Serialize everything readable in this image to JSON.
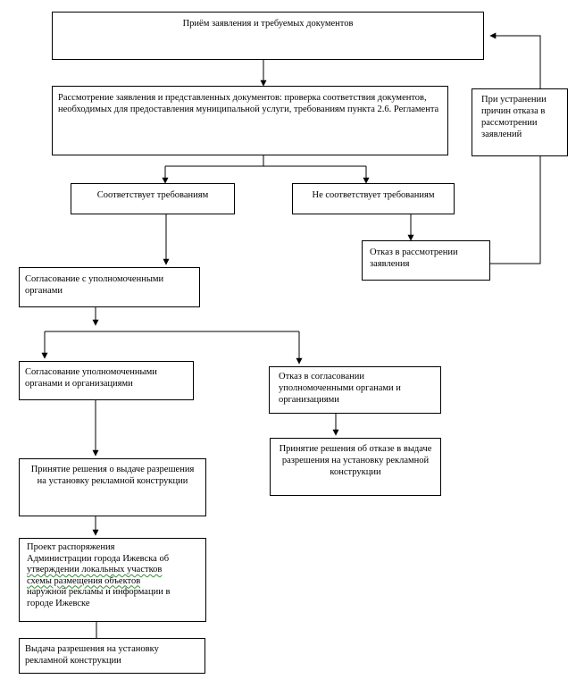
{
  "nodes": {
    "n1": "Приём заявления и требуемых документов",
    "n2": "Рассмотрение заявления и представленных документов: проверка соответствия документов, необходимых для предоставления муниципальной услуги, требованиям пункта  2.6. Регламента",
    "n3": "Соответствует требованиям",
    "n4": "Не соответствует требованиям",
    "n5": "При устранении причин отказа в рассмотрении заявлений",
    "n6": "Отказ в рассмотрении заявления",
    "n7": "Согласование с уполномоченными органами",
    "n8": "Согласование  уполномоченными органами и организациями",
    "n9": "Отказ в согласовании уполномоченными  органами и организациями",
    "n10": "Принятие решения об отказе в выдаче разрешения на установку рекламной конструкции",
    "n11": "Принятие решения о выдаче разрешения на установку рекламной конструкции",
    "n12": {
      "line1": "Проект распоряжения",
      "line2": "Администрации города Ижевска  об",
      "line3": "утверждении локальных участков",
      "line4": "схемы размещения объектов",
      "line5": "наружной рекламы и информации в",
      "line6": "городе Ижевске"
    },
    "n13": "Выдача  разрешения на установку рекламной конструкции"
  },
  "colors": {
    "line": "#000000",
    "spellcheck_underline": "#3a8a3a"
  }
}
